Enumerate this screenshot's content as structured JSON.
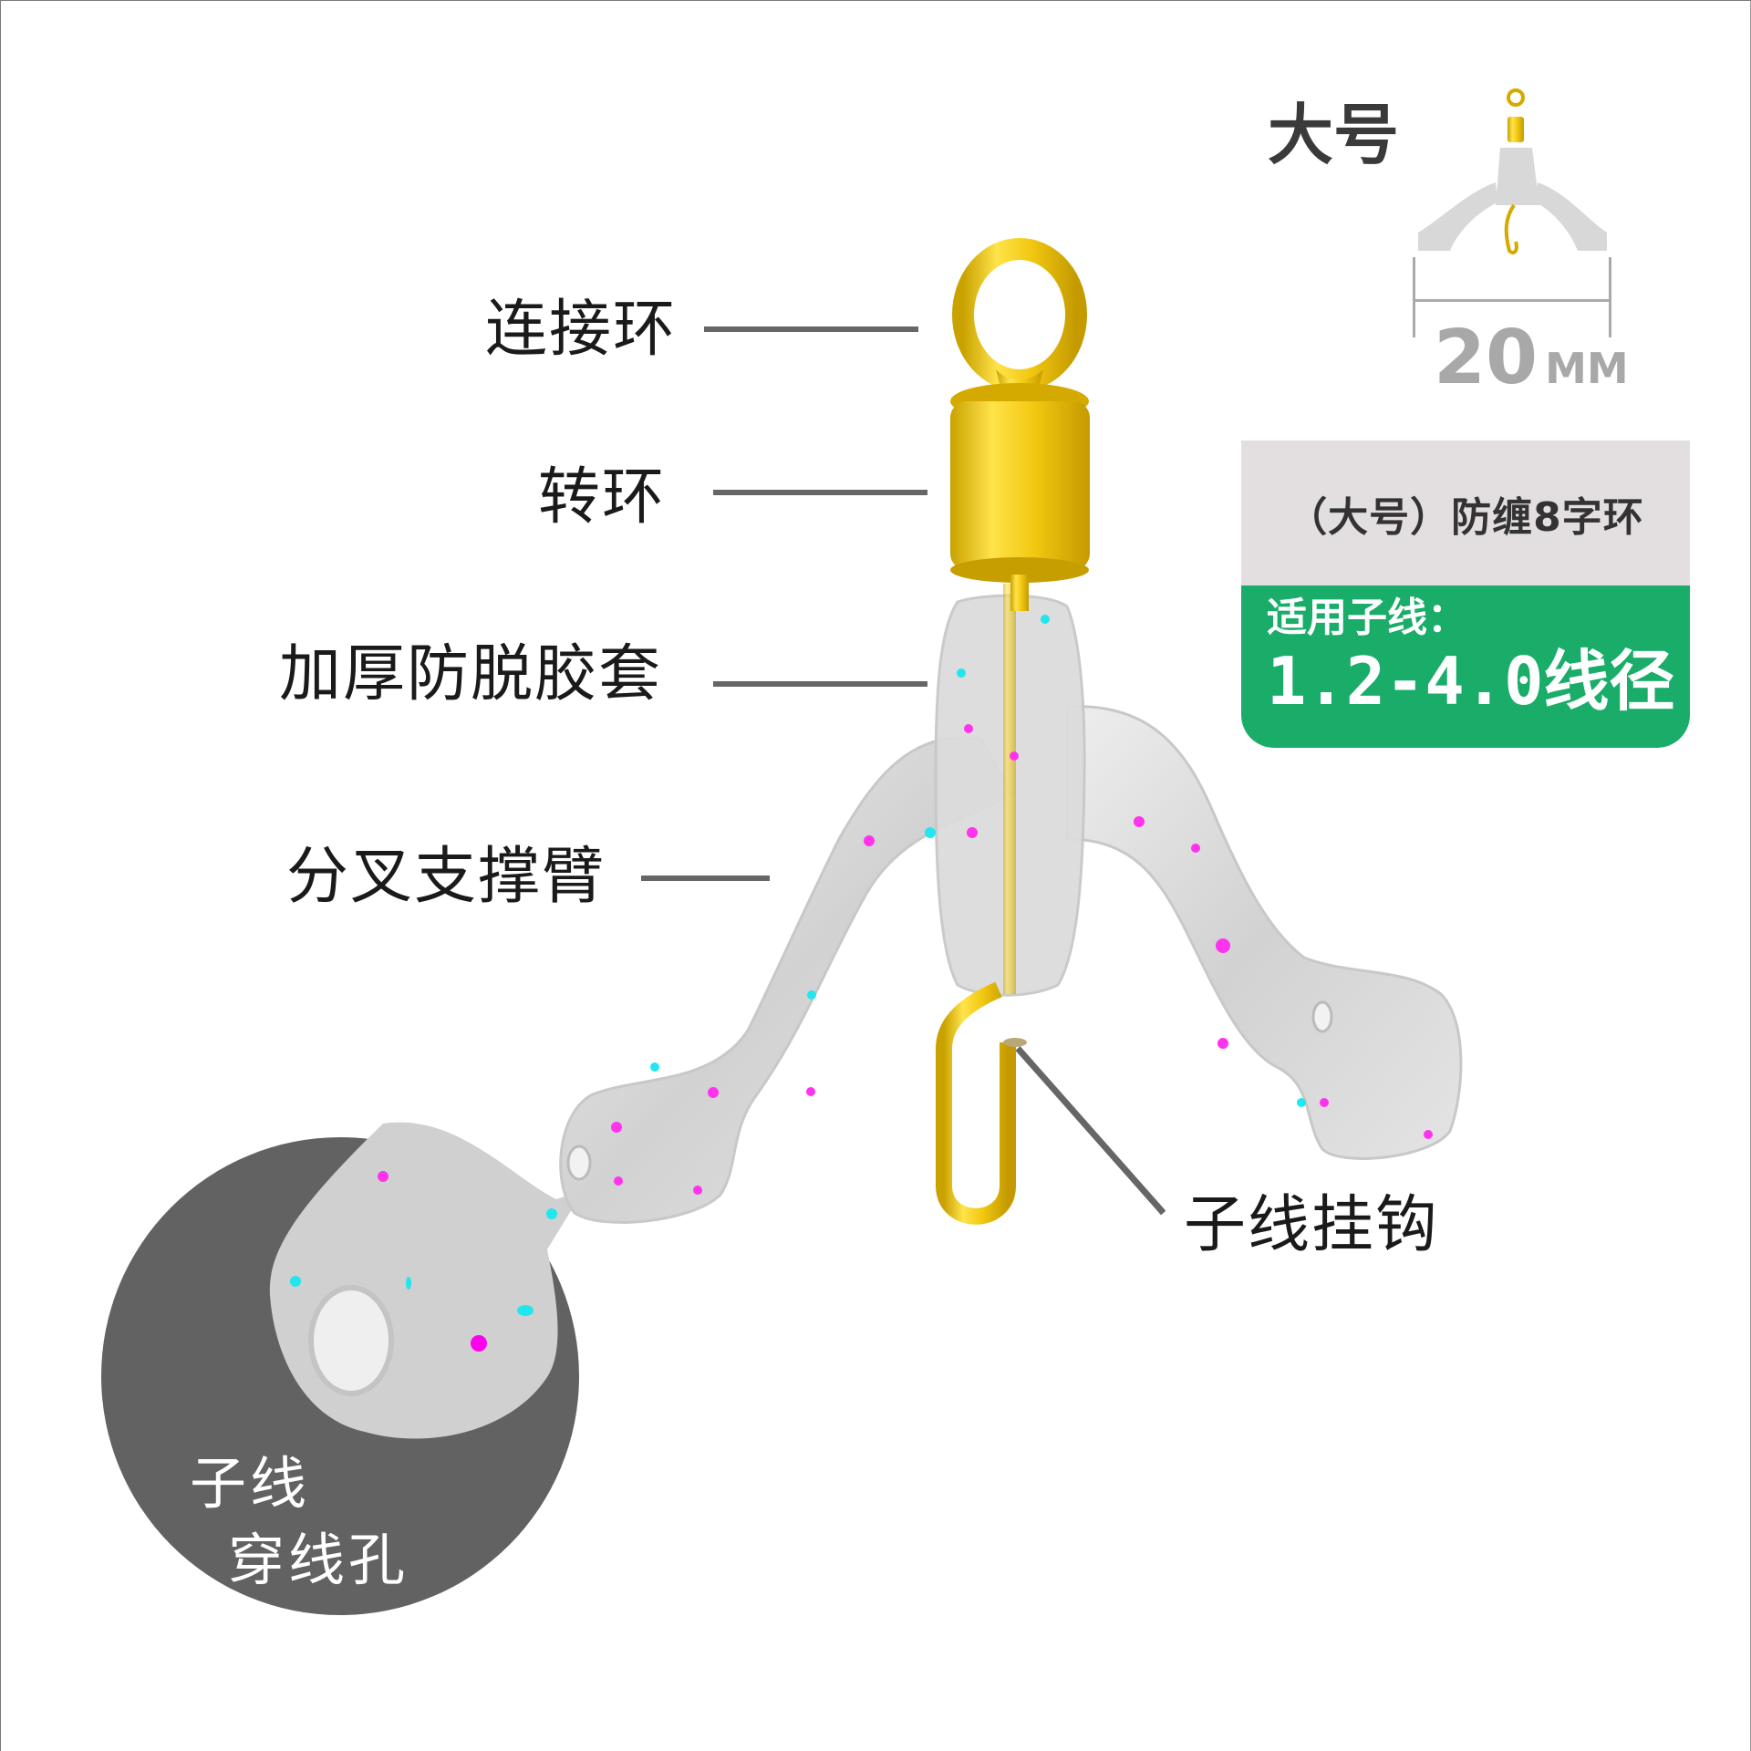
{
  "callouts": {
    "connector_ring": "连接环",
    "swivel": "转环",
    "sleeve": "加厚防脱胶套",
    "branch_arm": "分叉支撑臂",
    "hook": "子线挂钩"
  },
  "inset": {
    "line1": "子线",
    "line2": "穿线孔"
  },
  "size_panel": {
    "title": "大号",
    "dimension_value": "20",
    "dimension_unit": "MM"
  },
  "spec_box": {
    "product_name": "（大号）防缠8字环",
    "fit_label": "适用子线：",
    "fit_value": "1.2-4.0线径",
    "colors": {
      "top_bg": "#e3dfe0",
      "bottom_bg": "#1aad6a"
    }
  },
  "colors": {
    "gold": "#f2c811",
    "silicone": "#d9d9d9",
    "inset_circle": "#626262",
    "leader": "#666666",
    "dot_magenta": "#ff33ee",
    "dot_cyan": "#22e6ee"
  }
}
